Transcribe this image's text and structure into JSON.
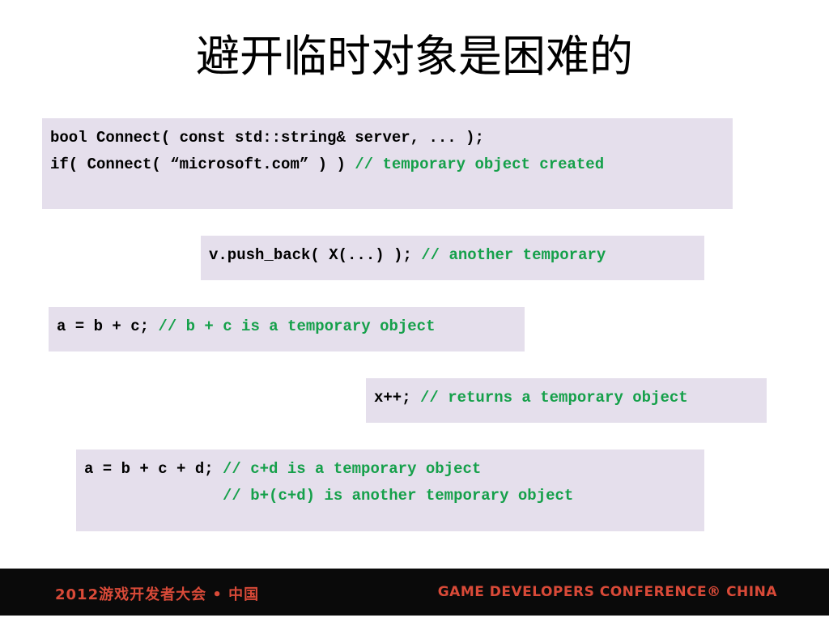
{
  "slide": {
    "title": "避开临时对象是困难的"
  },
  "code_blocks": [
    {
      "lines": [
        {
          "code": "bool Connect( const std::string& server, ... );",
          "comment": ""
        },
        {
          "code": "if( Connect( “microsoft.com” ) ) ",
          "comment": "// temporary object created"
        }
      ]
    },
    {
      "lines": [
        {
          "code": "v.push_back( X(...) ); ",
          "comment": "// another temporary"
        }
      ]
    },
    {
      "lines": [
        {
          "code": "a = b + c; ",
          "comment": "// b + c is a temporary object"
        }
      ]
    },
    {
      "lines": [
        {
          "code": "x++; ",
          "comment": "// returns a temporary object"
        }
      ]
    },
    {
      "lines": [
        {
          "code": "a = b + c + d; ",
          "comment": "// c+d is a temporary object"
        },
        {
          "code": "               ",
          "comment": "// b+(c+d) is another temporary object"
        }
      ]
    }
  ],
  "footer": {
    "left_text": "2012游戏开发者大会 • 中国",
    "right_text": "GAME DEVELOPERS CONFERENCE® CHINA"
  },
  "colors": {
    "code_background": "#e5dfec",
    "comment": "#15a04a",
    "footer_background": "#0a0a0a",
    "footer_text": "#d94a38"
  }
}
